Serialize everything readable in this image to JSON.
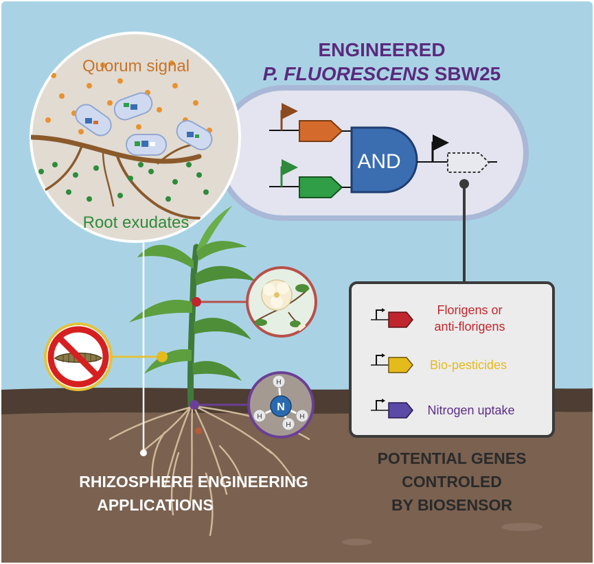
{
  "title": {
    "line1": "ENGINEERED",
    "line2_italic": "P. FLUORESCENS",
    "line2_strain": " SBW25"
  },
  "inset": {
    "quorum_label": "Quorum signal",
    "root_label": "Root exudates"
  },
  "circuit": {
    "gate_label": "AND"
  },
  "gene_panel": {
    "items": [
      {
        "lines": [
          "Florigens or",
          "anti-florigens"
        ],
        "color": "#c0262d"
      },
      {
        "lines": [
          "Bio-pesticides"
        ],
        "color": "#e5bb1c"
      },
      {
        "lines": [
          "Nitrogen uptake"
        ],
        "color": "#5b2e86"
      }
    ],
    "caption": [
      "POTENTIAL GENES",
      "CONTROLED",
      "BY BIOSENSOR"
    ]
  },
  "applications": {
    "caption": [
      "RHIZOSPHERE ENGINEERING",
      "APPLICATIONS"
    ]
  },
  "molecule": {
    "center": "N",
    "hydrogens": [
      "H",
      "H",
      "H",
      "H"
    ]
  },
  "colors": {
    "sky": "#a9d3e5",
    "soil_top": "#4d3d32",
    "soil": "#7a6150",
    "title": "#5b2a7d",
    "quorum": "#c8742a",
    "root_exudate": "#2e8b3a",
    "and_gate": "#3b6db1",
    "promoter_top": "#d46a2c",
    "promoter_bottom": "#2f9e46"
  }
}
